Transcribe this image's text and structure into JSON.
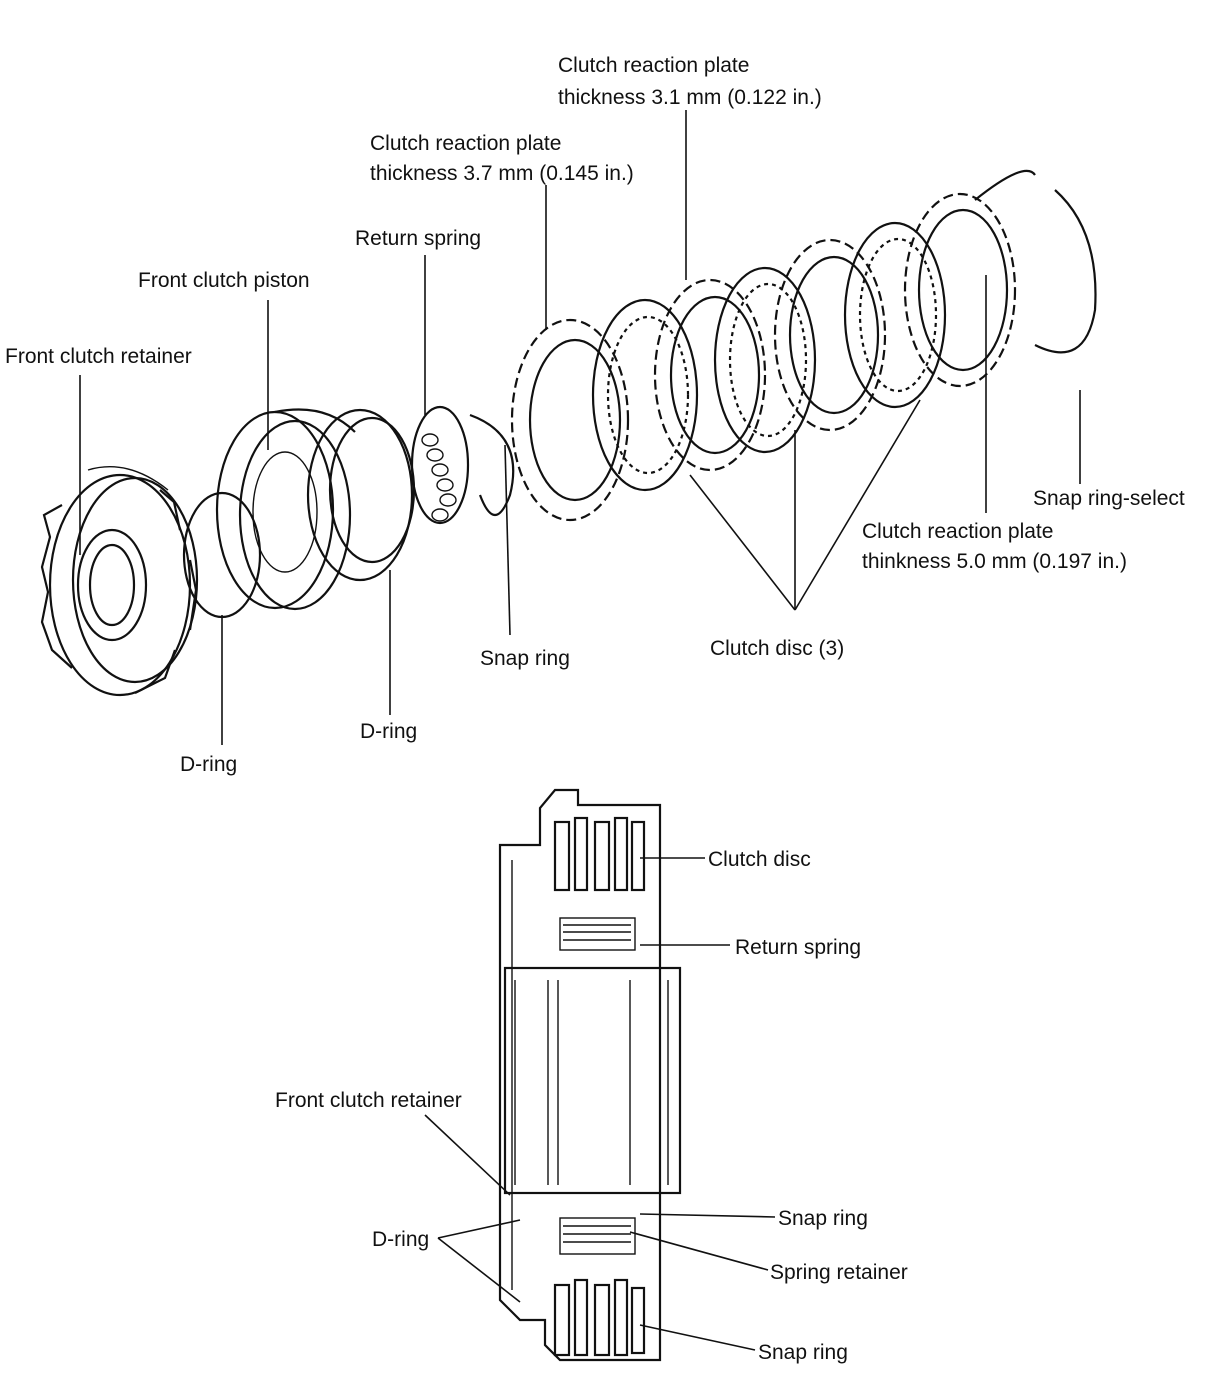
{
  "exploded_view": {
    "labels": {
      "plate_31_line1": "Clutch reaction plate",
      "plate_31_line2": "thickness 3.1 mm (0.122 in.)",
      "plate_37_line1": "Clutch reaction plate",
      "plate_37_line2": "thickness 3.7 mm (0.145 in.)",
      "return_spring": "Return spring",
      "front_clutch_piston": "Front clutch piston",
      "front_clutch_retainer": "Front clutch retainer",
      "snap_ring_select": "Snap ring-select",
      "plate_50_line1": "Clutch reaction plate",
      "plate_50_line2": "thinkness 5.0 mm (0.197 in.)",
      "snap_ring": "Snap ring",
      "clutch_disc_3": "Clutch disc (3)",
      "d_ring_1": "D-ring",
      "d_ring_2": "D-ring"
    }
  },
  "cross_section": {
    "labels": {
      "clutch_disc": "Clutch disc",
      "return_spring": "Return spring",
      "front_clutch_retainer": "Front clutch retainer",
      "snap_ring_1": "Snap ring",
      "d_ring": "D-ring",
      "spring_retainer": "Spring retainer",
      "snap_ring_2": "Snap ring"
    }
  }
}
